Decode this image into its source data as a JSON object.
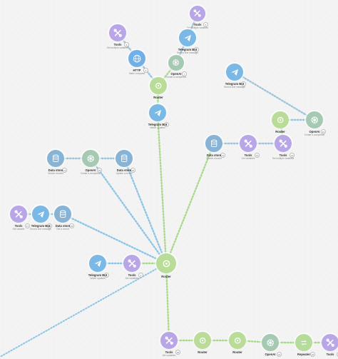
{
  "colors": {
    "tools": "#b9a6e6",
    "telegram": "#7ab8e6",
    "http": "#6fb0e8",
    "openai": "#a6c9b4",
    "router": "#b9dc98",
    "datastore": "#86b3d6",
    "repeater": "#b6dc9c",
    "line_green": "#a9d98a",
    "line_blue": "#8cc5e6",
    "line_dots": "#9ec4dc"
  },
  "nodes": [
    {
      "id": "tools1",
      "type": "tools",
      "title": "Tools",
      "subtitle": "Set multiple variables",
      "icon": "wrench-icon",
      "badge": "3"
    },
    {
      "id": "http",
      "type": "http",
      "title": "HTTP",
      "subtitle": "Make a request",
      "icon": "globe-icon",
      "badge": "4"
    },
    {
      "id": "tools2",
      "type": "tools",
      "title": "Tools",
      "subtitle": "Set multiple variables",
      "icon": "wrench-icon",
      "badge": "5"
    },
    {
      "id": "tg_top",
      "type": "telegram",
      "title": "Telegram Bot",
      "subtitle": "Send a text message",
      "icon": "telegram-icon",
      "badge": "6"
    },
    {
      "id": "openai_top",
      "type": "openai",
      "title": "OpenAI",
      "subtitle": "Create a completion",
      "icon": "openai-icon",
      "badge": "7"
    },
    {
      "id": "router_top",
      "type": "router",
      "title": "Router",
      "subtitle": "",
      "icon": "router-icon",
      "badge": ""
    },
    {
      "id": "tg_mid",
      "type": "telegram",
      "title": "Telegram Bot",
      "subtitle": "Watch updates",
      "icon": "telegram-icon",
      "badge": "8"
    },
    {
      "id": "tg_right",
      "type": "telegram",
      "title": "Telegram Bot",
      "subtitle": "Send a text message",
      "icon": "telegram-icon",
      "badge": "9"
    },
    {
      "id": "router_right",
      "type": "router",
      "title": "Router",
      "subtitle": "",
      "icon": "router-icon",
      "badge": ""
    },
    {
      "id": "openai_right",
      "type": "openai",
      "title": "OpenAI",
      "subtitle": "Create a completion",
      "icon": "openai-icon",
      "badge": "10"
    },
    {
      "id": "ds_right",
      "type": "datastore",
      "title": "Data store",
      "subtitle": "Search records",
      "icon": "database-icon",
      "badge": "11"
    },
    {
      "id": "tools_r1",
      "type": "tools",
      "title": "Tools",
      "subtitle": "Get variables",
      "icon": "wrench-icon",
      "badge": "12"
    },
    {
      "id": "tools_r2",
      "type": "tools",
      "title": "Tools",
      "subtitle": "Set multiple variables",
      "icon": "wrench-icon",
      "badge": "13"
    },
    {
      "id": "ds_a",
      "type": "datastore",
      "title": "Data store",
      "subtitle": "Search records",
      "icon": "database-icon",
      "badge": "14"
    },
    {
      "id": "openai_mid",
      "type": "openai",
      "title": "OpenAI",
      "subtitle": "Create a completion",
      "icon": "openai-icon",
      "badge": "15"
    },
    {
      "id": "ds_b",
      "type": "datastore",
      "title": "Data store",
      "subtitle": "Update a record",
      "icon": "database-icon",
      "badge": "16"
    },
    {
      "id": "tools_l",
      "type": "tools",
      "title": "Tools",
      "subtitle": "Set variable",
      "icon": "wrench-icon",
      "badge": "17"
    },
    {
      "id": "tg_l",
      "type": "telegram",
      "title": "Telegram Bot",
      "subtitle": "Send a text message",
      "icon": "telegram-icon",
      "badge": "18"
    },
    {
      "id": "ds_l",
      "type": "datastore",
      "title": "Data store",
      "subtitle": "Get a record",
      "icon": "database-icon",
      "badge": "19"
    },
    {
      "id": "tg_trigger",
      "type": "telegram",
      "title": "Telegram Bot",
      "subtitle": "Watch updates",
      "icon": "telegram-icon",
      "badge": "1"
    },
    {
      "id": "tools_c",
      "type": "tools",
      "title": "Tools",
      "subtitle": "Set variables",
      "icon": "wrench-icon",
      "badge": "2"
    },
    {
      "id": "router_main",
      "type": "router",
      "title": "Router",
      "subtitle": "",
      "icon": "router-icon",
      "badge": ""
    },
    {
      "id": "tools_b",
      "type": "tools",
      "title": "Tools",
      "subtitle": "Set variables",
      "icon": "wrench-icon",
      "badge": "20"
    },
    {
      "id": "router_b1",
      "type": "router",
      "title": "Router",
      "subtitle": "",
      "icon": "router-icon",
      "badge": ""
    },
    {
      "id": "router_b2",
      "type": "router",
      "title": "Router",
      "subtitle": "",
      "icon": "router-icon",
      "badge": ""
    },
    {
      "id": "openai_b",
      "type": "openai",
      "title": "OpenAI",
      "subtitle": "",
      "icon": "openai-icon",
      "badge": "21"
    },
    {
      "id": "repeater_b",
      "type": "repeater",
      "title": "Repeater",
      "subtitle": "",
      "icon": "repeat-icon",
      "badge": "22"
    },
    {
      "id": "tools_b2",
      "type": "tools",
      "title": "Tools",
      "subtitle": "",
      "icon": "wrench-icon",
      "badge": "23"
    }
  ]
}
